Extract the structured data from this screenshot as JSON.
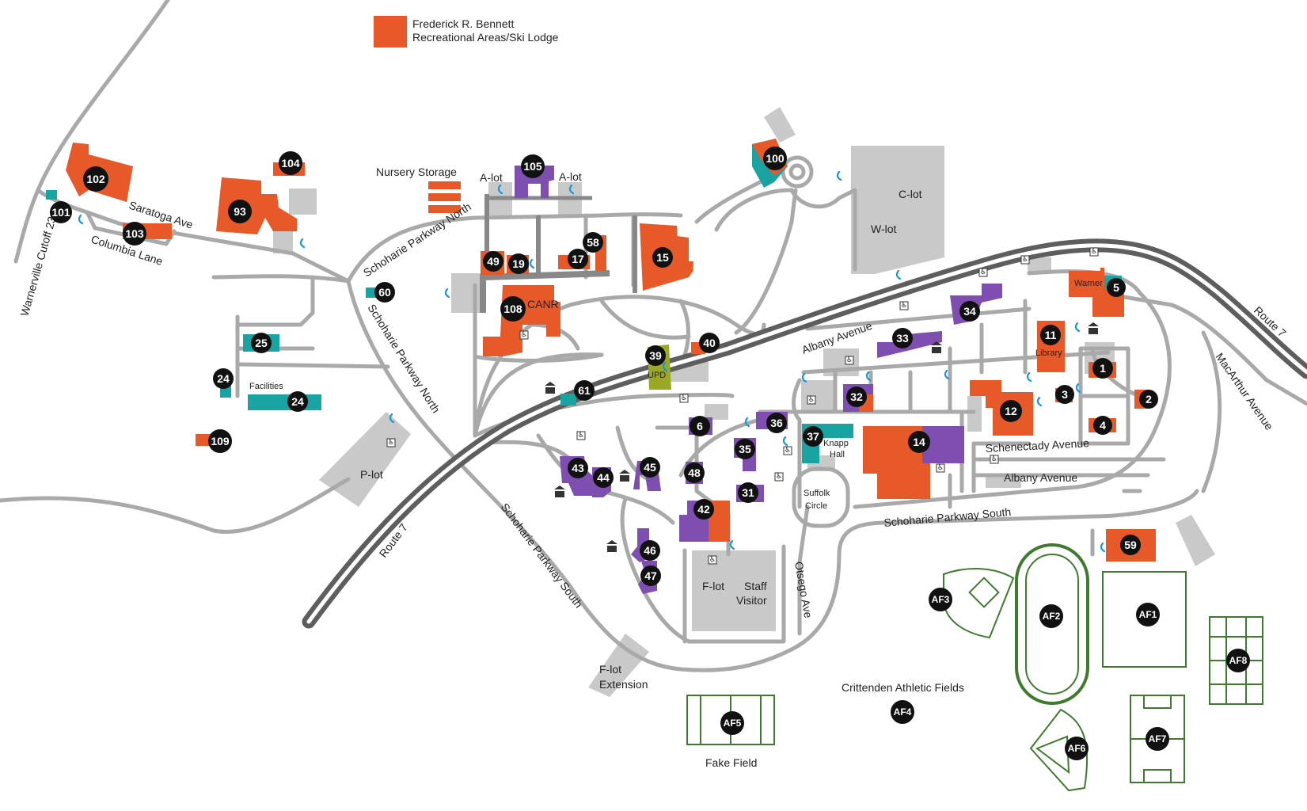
{
  "legend": {
    "swatch_color": "#e8592a",
    "text_line1": "Frederick R. Bennett",
    "text_line2": "Recreational Areas/Ski Lodge"
  },
  "colors": {
    "orange": "#e8592a",
    "purple": "#7e4fb0",
    "teal": "#1aa3a3",
    "olive": "#9ba826",
    "field_green": "#3e7b2e",
    "road": "#a9a9a9",
    "highway": "#5e5e5e",
    "lot": "#c9c9c9",
    "phone_icon": "#1b95d9"
  },
  "roads": {
    "warnerville": "Warnerville Cutoff 23A",
    "saratoga": "Saratoga Ave",
    "columbia": "Columbia Lane",
    "sch_north_1": "Schoharie Parkway North",
    "sch_north_2": "Schoharie Parkway North",
    "sch_south_1": "Schoharie Parkway South",
    "sch_south_2": "Schoharie Parkway South",
    "route7_w": "Route 7",
    "route7_e": "Route 7",
    "albany1": "Albany Avenue",
    "albany2": "Albany Avenue",
    "schenectady": "Schenectady Avenue",
    "macarthur": "MacArthur Avenue",
    "otsego": "Otsego Ave",
    "suffolk_1": "Suffolk",
    "suffolk_2": "Circle"
  },
  "places": {
    "nursery": "Nursery Storage",
    "alot1": "A-lot",
    "alot2": "A-lot",
    "clot": "C-lot",
    "wlot": "W-lot",
    "plot": "P-lot",
    "flot": "F-lot",
    "staff_1": "Staff",
    "staff_2": "Visitor",
    "flot_ext_1": "F-lot",
    "flot_ext_2": "Extension",
    "facilities": "Facilities",
    "canr": "CANR",
    "upd": "UPD",
    "knapp_1": "Knapp",
    "knapp_2": "Hall",
    "library": "Library",
    "warner": "Warner",
    "crittenden": "Crittenden Athletic Fields",
    "fake_field": "Fake Field"
  },
  "markers": {
    "m1": "1",
    "m2": "2",
    "m3": "3",
    "m4": "4",
    "m5": "5",
    "m6": "6",
    "m11": "11",
    "m12": "12",
    "m14": "14",
    "m15": "15",
    "m17": "17",
    "m19": "19",
    "m24a": "24",
    "m24b": "24",
    "m25": "25",
    "m31": "31",
    "m32": "32",
    "m33": "33",
    "m34": "34",
    "m35": "35",
    "m36": "36",
    "m37": "37",
    "m39": "39",
    "m40": "40",
    "m42": "42",
    "m43": "43",
    "m44": "44",
    "m45": "45",
    "m46": "46",
    "m47": "47",
    "m48": "48",
    "m49": "49",
    "m58": "58",
    "m59": "59",
    "m60": "60",
    "m61": "61",
    "m93": "93",
    "m100": "100",
    "m101": "101",
    "m102": "102",
    "m103": "103",
    "m104": "104",
    "m105": "105",
    "m108": "108",
    "m109": "109",
    "af1": "AF1",
    "af2": "AF2",
    "af3": "AF3",
    "af4": "AF4",
    "af5": "AF5",
    "af6": "AF6",
    "af7": "AF7",
    "af8": "AF8"
  },
  "icons": {
    "phone": "emergency-phone-icon",
    "parking": "accessible-parking-icon",
    "museum": "museum-icon"
  }
}
